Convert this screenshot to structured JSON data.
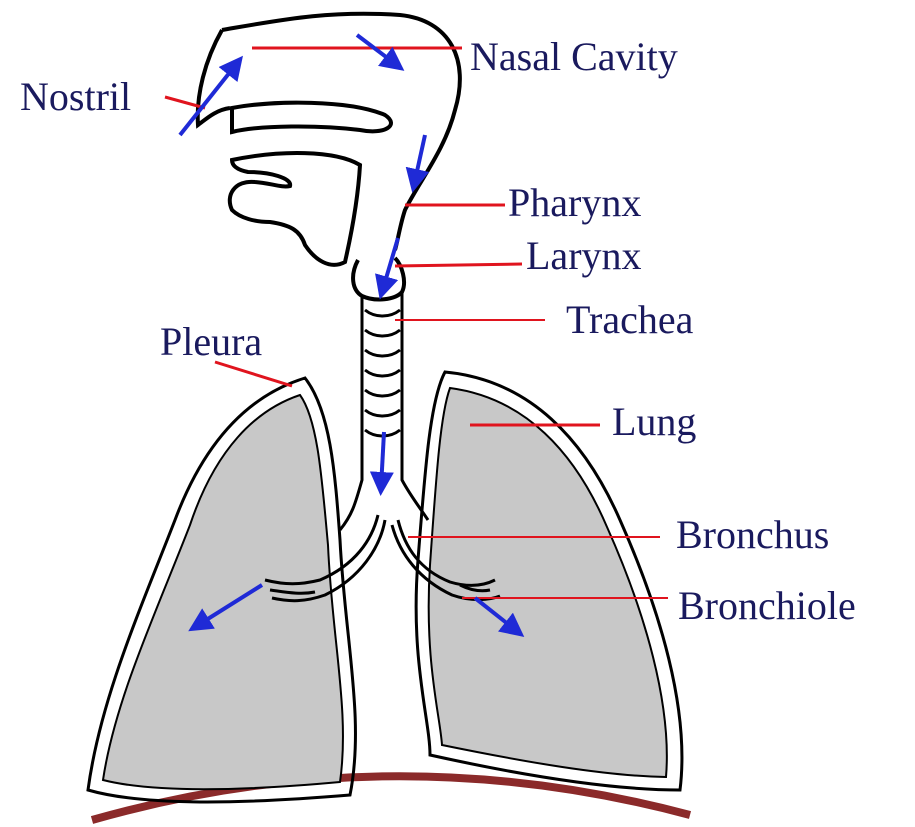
{
  "labels": {
    "nasal_cavity": "Nasal Cavity",
    "nostril": "Nostril",
    "pharynx": "Pharynx",
    "larynx": "Larynx",
    "trachea": "Trachea",
    "pleura": "Pleura",
    "lung": "Lung",
    "bronchus": "Bronchus",
    "bronchiole": "Bronchiole"
  },
  "colors": {
    "label_text": "#1a1a5e",
    "leader_line": "#e0141e",
    "airflow_arrow": "#1f2ad6",
    "lung_fill": "#c8c8c8",
    "diaphragm": "#8b2a2a",
    "outline": "#000000"
  }
}
